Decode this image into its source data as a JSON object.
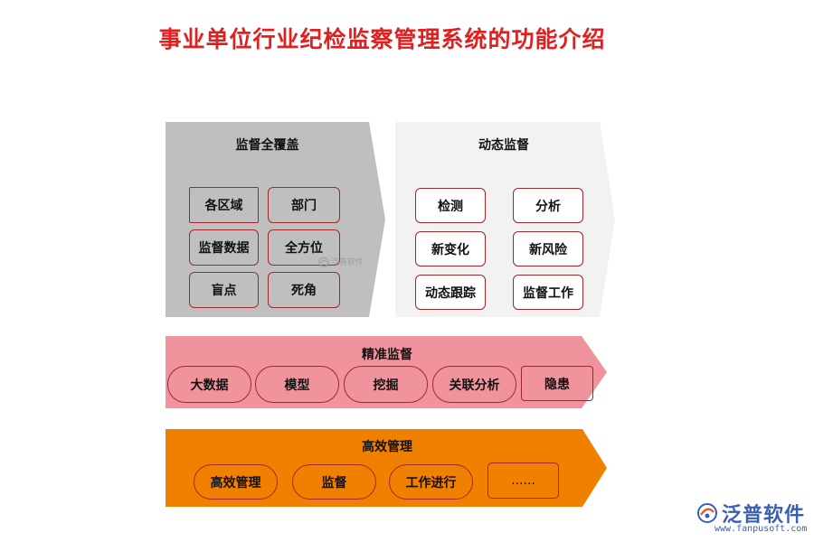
{
  "title": "事业单位行业纪检监察管理系统的功能介绍",
  "panels": {
    "coverage": {
      "title": "监督全覆盖",
      "items": [
        "各区域",
        "部门",
        "监督数据",
        "全方位",
        "盲点",
        "死角"
      ]
    },
    "dynamic": {
      "title": "动态监督",
      "items": [
        "检测",
        "分析",
        "新变化",
        "新风险",
        "动态跟踪",
        "监督工作"
      ]
    },
    "precise": {
      "title": "精准监督",
      "items": [
        "大数据",
        "模型",
        "挖掘",
        "关联分析",
        "隐患"
      ]
    },
    "efficient": {
      "title": "高效管理",
      "items": [
        "高效管理",
        "监督",
        "工作进行",
        "......"
      ]
    }
  },
  "watermark": "泛普软件",
  "logo": {
    "name": "泛普软件",
    "url": "www.fanpusoft.com"
  },
  "colors": {
    "title": "#e02020",
    "coverage_bg": "#bfbfbf",
    "dynamic_bg": "#f2f2f2",
    "precise_bg": "#f0939d",
    "efficient_bg": "#f08000",
    "box_border": "#a0282d",
    "logo": "#3b5fb5"
  }
}
